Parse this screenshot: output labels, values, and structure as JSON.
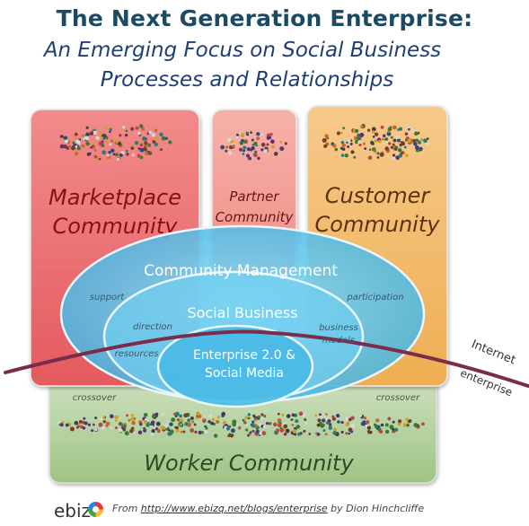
{
  "title": "The Next Generation Enterprise:",
  "subtitle_line1": "An Emerging Focus on Social Business",
  "subtitle_line2": "Processes and Relationships",
  "communities": {
    "marketplace": [
      "Marketplace",
      "Community"
    ],
    "partner": [
      "Partner",
      "Community"
    ],
    "customer": [
      "Customer",
      "Community"
    ],
    "worker": "Worker Community"
  },
  "ellipses": {
    "outer": "Community Management",
    "middle": "Social Business",
    "inner": [
      "Enterprise 2.0 &",
      "Social Media"
    ]
  },
  "labels": {
    "support": "support",
    "participation": "participation",
    "direction": "direction",
    "business_models": [
      "business",
      "models"
    ],
    "resources": "resources",
    "crossover_left": "crossover",
    "crossover_right": "crossover",
    "internet": "Internet",
    "enterprise": "enterprise"
  },
  "footer": {
    "logo": "ebiz",
    "prefix": "From ",
    "link": "http://www.ebizq.net/blogs/enterprise",
    "suffix": " by Dion Hinchcliffe"
  },
  "colors": {
    "title": "#1c4a63",
    "subtitle": "#1f3e73",
    "marketplace_fill": "#ee6d6f",
    "partner_fill": "#f39b95",
    "customer_fill": "#f3b75e",
    "worker_fill": "#b7d2a2",
    "ellipse_fill": "#5fc4ec",
    "boundary_line": "#7b2c4b"
  }
}
